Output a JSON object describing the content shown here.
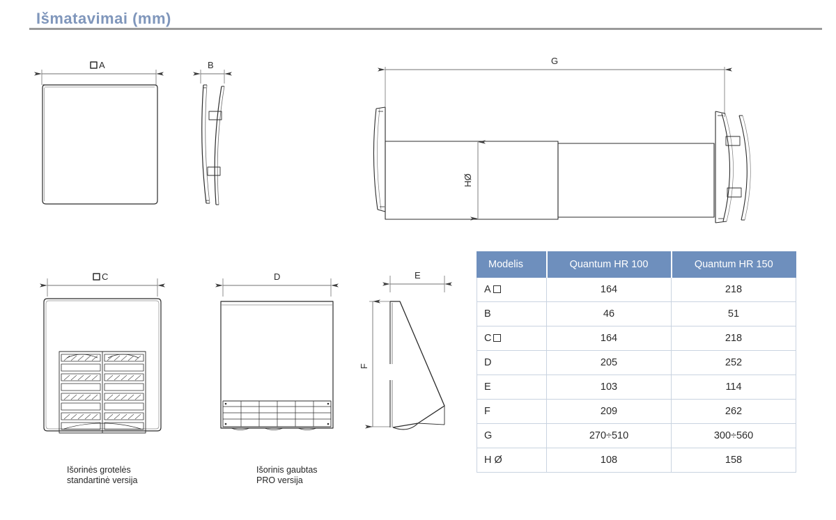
{
  "page": {
    "title": "Išmatavimai (mm)",
    "title_color": "#7f96bb",
    "rule_color": "#9a9a9a",
    "background": "#ffffff"
  },
  "drawings": {
    "front_panel": {
      "name": "front cover front view",
      "dimension_label": "A",
      "dimension_prefix_symbol": "square"
    },
    "side_panel": {
      "name": "front cover side view",
      "dimension_label": "B"
    },
    "duct_section": {
      "name": "telescopic duct cross-section",
      "length_label": "G",
      "diameter_label": "HØ"
    },
    "grille": {
      "name": "external grille front view",
      "dimension_label": "C",
      "dimension_prefix_symbol": "square",
      "caption_line1": "Išorinės grotelės",
      "caption_line2": "standartinė versija"
    },
    "hood": {
      "name": "external PRO hood front view",
      "dimension_label": "D",
      "caption_line1": "Išorinis gaubtas",
      "caption_line2": "PRO versija"
    },
    "hood_side": {
      "name": "external PRO hood side view",
      "depth_label": "E",
      "height_label": "F"
    }
  },
  "table": {
    "accent_color": "#6e8fbd",
    "border_color": "#c9d3e0",
    "headers": [
      "Modelis",
      "Quantum HR 100",
      "Quantum HR 150"
    ],
    "rows": [
      {
        "label": "A",
        "square": true,
        "hr100": "164",
        "hr150": "218"
      },
      {
        "label": "B",
        "square": false,
        "hr100": "46",
        "hr150": "51"
      },
      {
        "label": "C",
        "square": true,
        "hr100": "164",
        "hr150": "218"
      },
      {
        "label": "D",
        "square": false,
        "hr100": "205",
        "hr150": "252"
      },
      {
        "label": "E",
        "square": false,
        "hr100": "103",
        "hr150": "114"
      },
      {
        "label": "F",
        "square": false,
        "hr100": "209",
        "hr150": "262"
      },
      {
        "label": "G",
        "square": false,
        "hr100": "270÷510",
        "hr150": "300÷560"
      },
      {
        "label": "H Ø",
        "square": false,
        "hr100": "108",
        "hr150": "158"
      }
    ]
  }
}
